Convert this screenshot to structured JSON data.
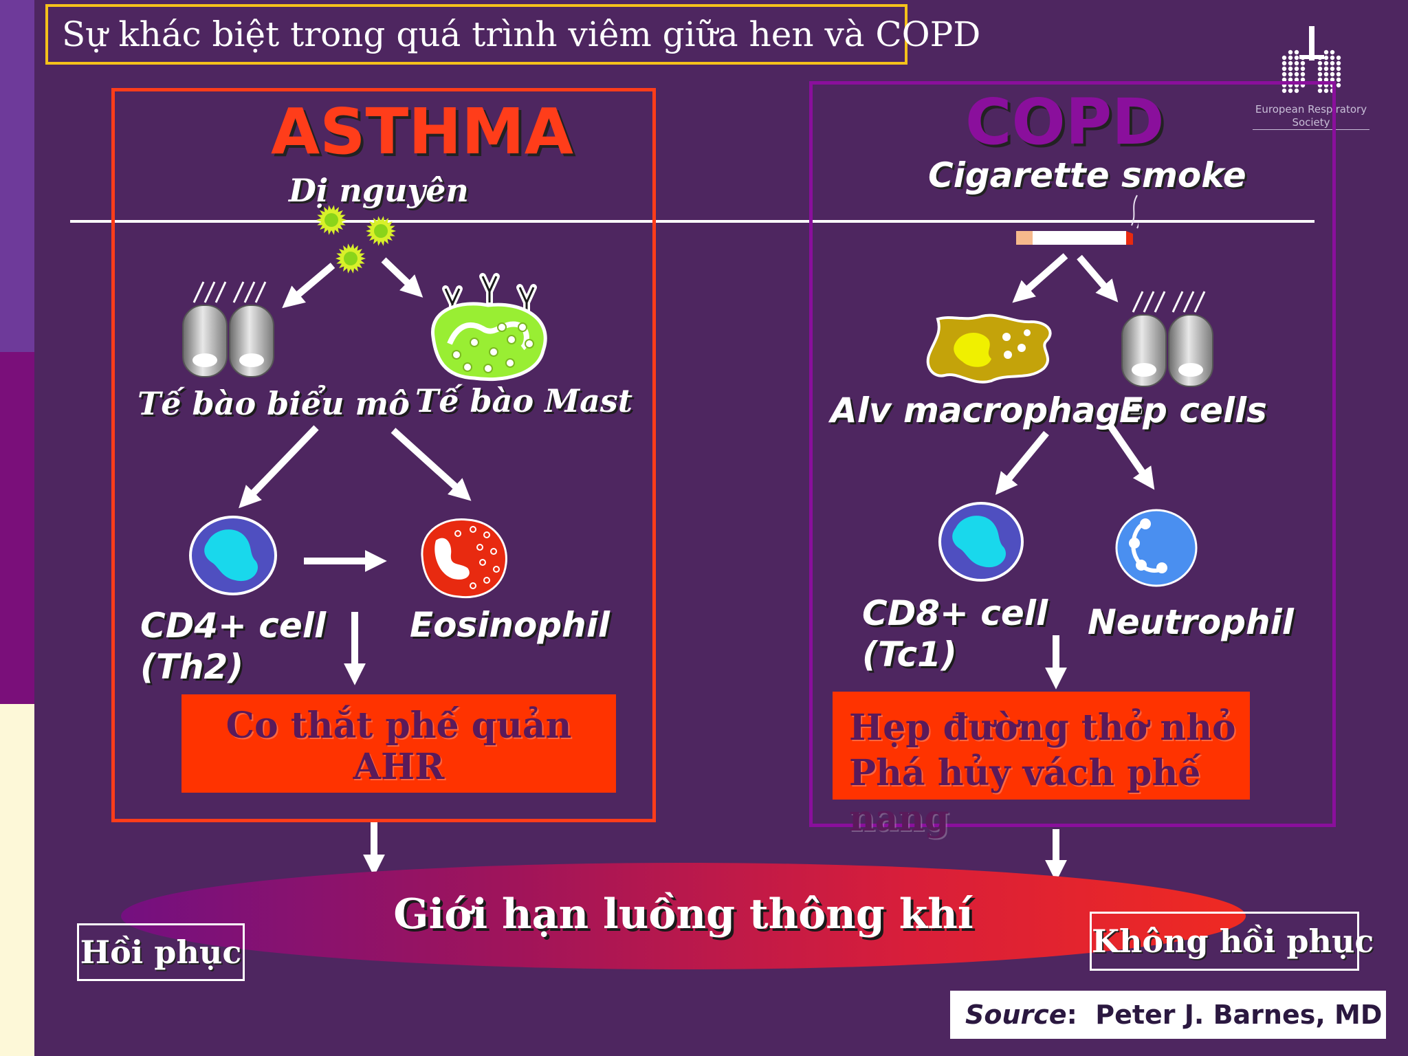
{
  "title": "Sự khác biệt trong quá trình viêm giữa hen và COPD",
  "logo": {
    "line1": "European Respiratory",
    "line2": "Society",
    "icon": "lung-dots-icon"
  },
  "colors": {
    "background": "#4e2660",
    "asthma_accent": "#ff3d1a",
    "copd_accent": "#8a0f9c",
    "outcome_fill": "#ff3300",
    "title_border": "#f5c21b"
  },
  "asthma": {
    "header": "ASTHMA",
    "trigger": "Dị nguyên",
    "cells": {
      "epithelial": "Tế bào biểu mô",
      "mast": "Tế bào Mast",
      "cd4_line1": "CD4+ cell",
      "cd4_line2": "(Th2)",
      "eosinophil": "Eosinophil"
    },
    "outcome": {
      "line1": "Co thắt phế quản",
      "line2": "AHR"
    }
  },
  "copd": {
    "header": "COPD",
    "trigger": "Cigarette smoke",
    "cells": {
      "macrophage": "Alv macrophage",
      "ep_cells": "Ep cells",
      "cd8_line1": "CD8+ cell",
      "cd8_line2": "(Tc1)",
      "neutrophil": "Neutrophil"
    },
    "outcome": {
      "line1": "Hẹp đường thở nhỏ",
      "line2": "Phá hủy vách phế nang"
    }
  },
  "airflow_limitation": "Giới hạn luồng thông khí",
  "reversible": "Hồi phục",
  "irreversible": "Không hồi phục",
  "source": {
    "label": "Source",
    "author": "Peter J. Barnes, MD"
  }
}
